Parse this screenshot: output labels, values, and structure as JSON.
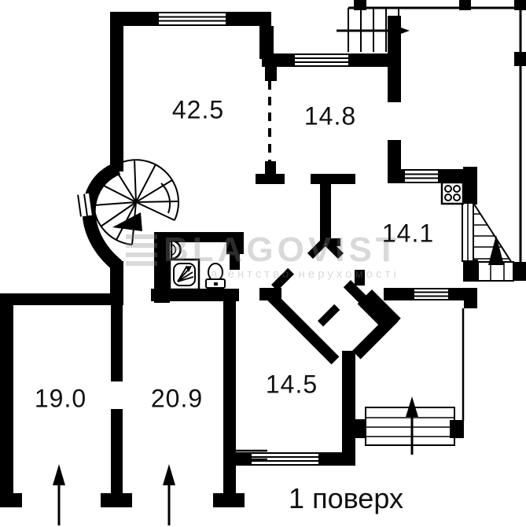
{
  "plan": {
    "floor_label": "1 поверх",
    "watermark": {
      "title": "BLAGOVIST",
      "subtitle": "агентство нерухомості"
    },
    "rooms": [
      {
        "id": "living-room",
        "area": "42.5"
      },
      {
        "id": "room-top-right",
        "area": "14.8"
      },
      {
        "id": "kitchen",
        "area": "14.1"
      },
      {
        "id": "room-bottom-left",
        "area": "19.0"
      },
      {
        "id": "room-bottom-middle",
        "area": "20.9"
      },
      {
        "id": "hall",
        "area": "14.5"
      }
    ],
    "colors": {
      "walls": "#000000",
      "background": "#ffffff",
      "watermark": "#9a9a9a"
    },
    "icons": {
      "spiral_staircase": "spiral-staircase-icon",
      "top_staircase": "staircase-icon",
      "side_staircase": "exterior-stairs-icon",
      "entrance_steps": "entrance-steps-icon",
      "stove": "stove-burners-icon",
      "shower": "shower-icon",
      "sink": "sink-icon",
      "toilet": "toilet-icon",
      "direction_arrows": "direction-arrow-icon"
    }
  }
}
